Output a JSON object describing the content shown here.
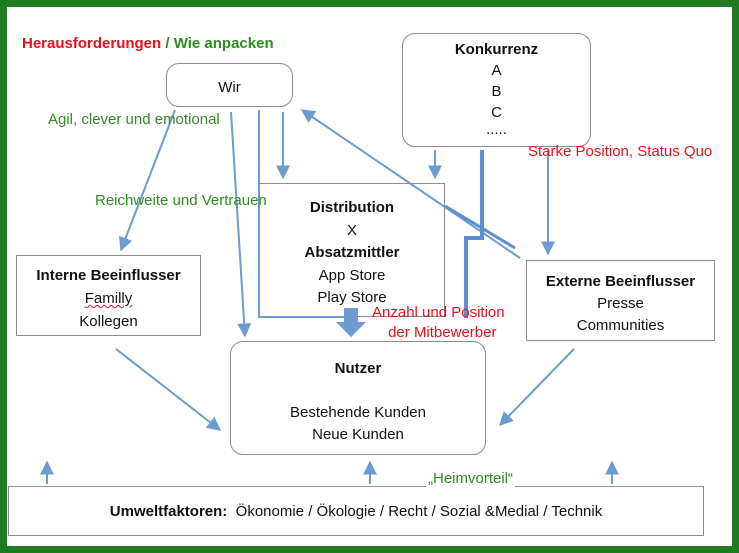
{
  "title": {
    "part1": "Herausforderungen",
    "separator": " / ",
    "part2": "Wie anpacken"
  },
  "nodes": {
    "wir": "Wir",
    "konkurrenz": {
      "title": "Konkurrenz",
      "items": [
        "A",
        "B",
        "C",
        "....."
      ]
    },
    "distribution": {
      "title": "Distribution",
      "x": "X",
      "subtitle": "Absatzmittler",
      "items": [
        "App Store",
        "Play Store"
      ]
    },
    "interne": {
      "title": "Interne Beeinflusser",
      "items": [
        "Familly",
        "Kollegen"
      ]
    },
    "externe": {
      "title": "Externe Beeinflusser",
      "items": [
        "Presse",
        "Communities"
      ]
    },
    "nutzer": {
      "title": "Nutzer",
      "items": [
        "Bestehende Kunden",
        "Neue Kunden"
      ]
    },
    "umwelt": {
      "label": "Umweltfaktoren:",
      "text": "Ökonomie / Ökologie / Recht / Sozial &Medial / Technik"
    }
  },
  "annotations": {
    "agil": "Agil, clever und emotional",
    "reichweite": "Reichweite und Vertrauen",
    "starke": "Starke Position, Status Quo",
    "anzahl_line1": "Anzahl und Position",
    "anzahl_line2": "der Mitbewerber",
    "heimvorteil": "„Heimvorteil“"
  },
  "colors": {
    "frame": "#1f7a21",
    "red": "#e8101b",
    "green": "#2e8b1f",
    "arrow": "#6b9bd1",
    "thick_line": "#5b8fd0"
  }
}
